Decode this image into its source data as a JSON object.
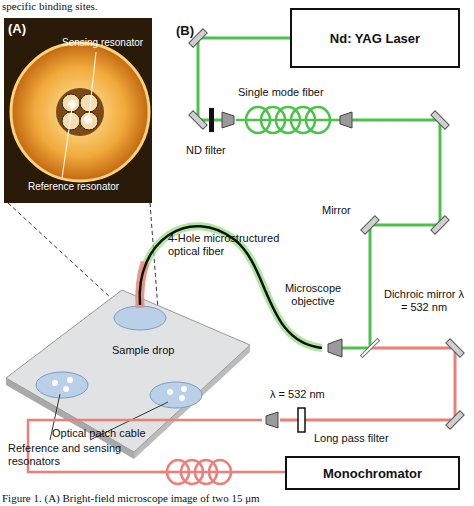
{
  "diagram": {
    "caption": "Figure 1. (A) Bright-field microscope image of two 15 μm",
    "nodes": [
      {
        "text": [
          "(A)"
        ]
      },
      {
        "text": [
          "Nd: YAG Laser"
        ]
      },
      {
        "text": [
          "Monochromator"
        ]
      }
    ],
    "labels": [
      "specific binding sites.",
      "Sensing resonator",
      "Reference resonator",
      "(B)",
      "Single mode fiber",
      "ND filter",
      "Mirror",
      "4-Hole microstructured optical fiber",
      "Microscope objective",
      "Dichroic mirror λ = 532 nm",
      "Sample drop",
      "Reference and sensing resonators",
      "λ = 532 nm",
      "Long pass filter",
      "Optical patch cable"
    ]
  }
}
